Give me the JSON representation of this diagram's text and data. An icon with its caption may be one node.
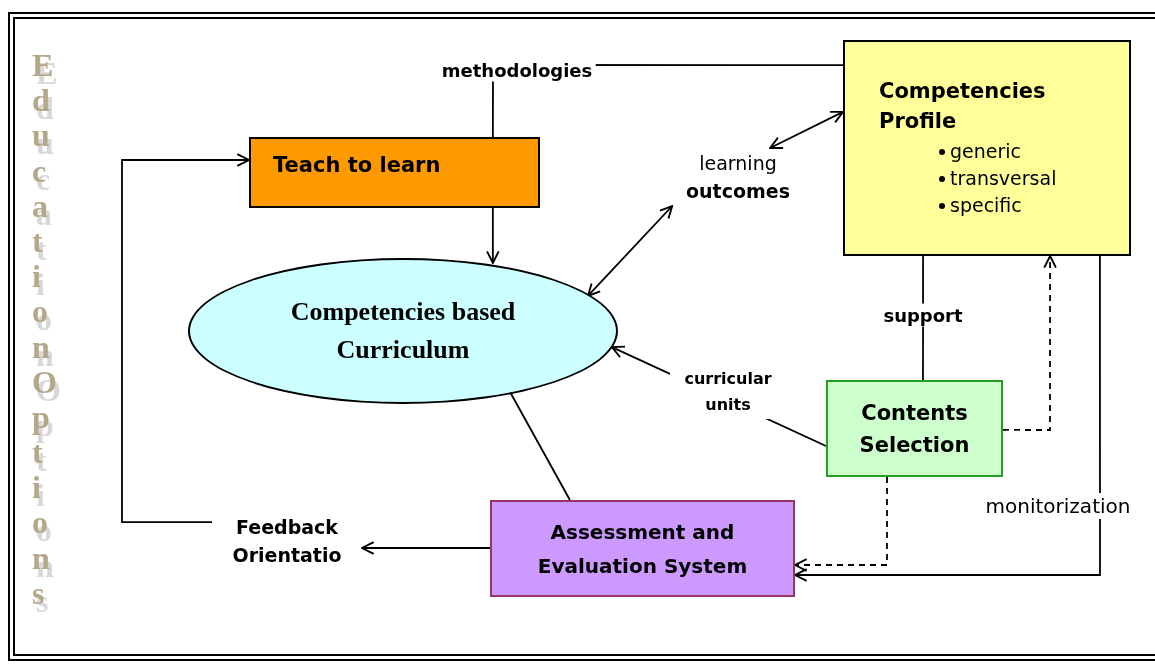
{
  "diagram": {
    "nodes": [
      {
        "text": [
          "Teach to learn"
        ]
      },
      {
        "text": [
          "Competencies based Curriculum"
        ]
      },
      {
        "text": [
          "Competencies Profile",
          "generic",
          "transversal",
          "specific"
        ]
      },
      {
        "text": [
          "Contents Selection"
        ]
      },
      {
        "text": [
          "Assessment and Evaluation System"
        ]
      },
      {
        "text": [
          "Feedback Orientatio"
        ]
      },
      {
        "text": [
          "learning **outcomes**"
        ]
      }
    ],
    "edges": [
      {
        "from": 2,
        "to": 0,
        "arrow": "none",
        "label": "methodologies"
      },
      {
        "from": 0,
        "to": 1,
        "arrow": "to"
      },
      {
        "from": 1,
        "to": 6,
        "arrow": "both"
      },
      {
        "from": 6,
        "to": 2,
        "arrow": "both"
      },
      {
        "from": 3,
        "to": 1,
        "arrow": "to",
        "label": "curricular units"
      },
      {
        "from": 2,
        "to": 3,
        "arrow": "none",
        "label": "support"
      },
      {
        "from": 3,
        "to": 2,
        "arrow": "to",
        "style": "dashed"
      },
      {
        "from": 3,
        "to": 4,
        "arrow": "to",
        "style": "dashed"
      },
      {
        "from": 2,
        "to": 4,
        "arrow": "to",
        "label": "monitorization"
      },
      {
        "from": 4,
        "to": 1,
        "arrow": "none"
      },
      {
        "from": 4,
        "to": 5,
        "arrow": "to"
      },
      {
        "from": 5,
        "to": 0,
        "arrow": "to"
      }
    ],
    "labels": [
      "Education Options"
    ]
  }
}
